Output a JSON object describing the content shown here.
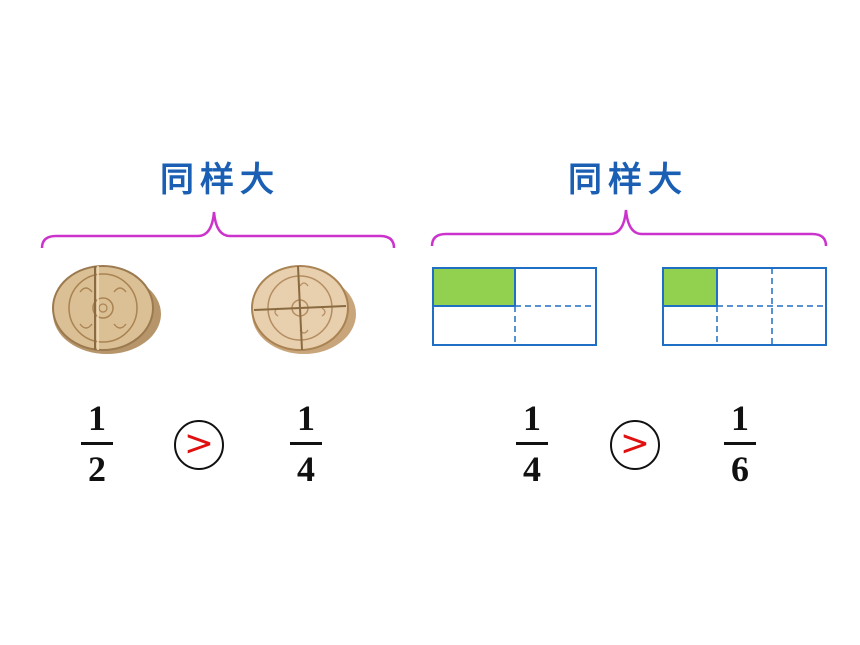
{
  "groups": [
    {
      "label": "同样大",
      "left": {
        "numerator": "1",
        "denominator": "2"
      },
      "comparison": ">",
      "right": {
        "numerator": "1",
        "denominator": "4"
      }
    },
    {
      "label": "同样大",
      "left": {
        "numerator": "1",
        "denominator": "4"
      },
      "comparison": ">",
      "right": {
        "numerator": "1",
        "denominator": "6"
      }
    }
  ],
  "colors": {
    "label": "#1a5fb4",
    "brace": "#cc33cc",
    "rect_border": "#1f6fc5",
    "shade": "#92d050",
    "comparison": "#e01010",
    "mooncake": "#d8b98a"
  }
}
